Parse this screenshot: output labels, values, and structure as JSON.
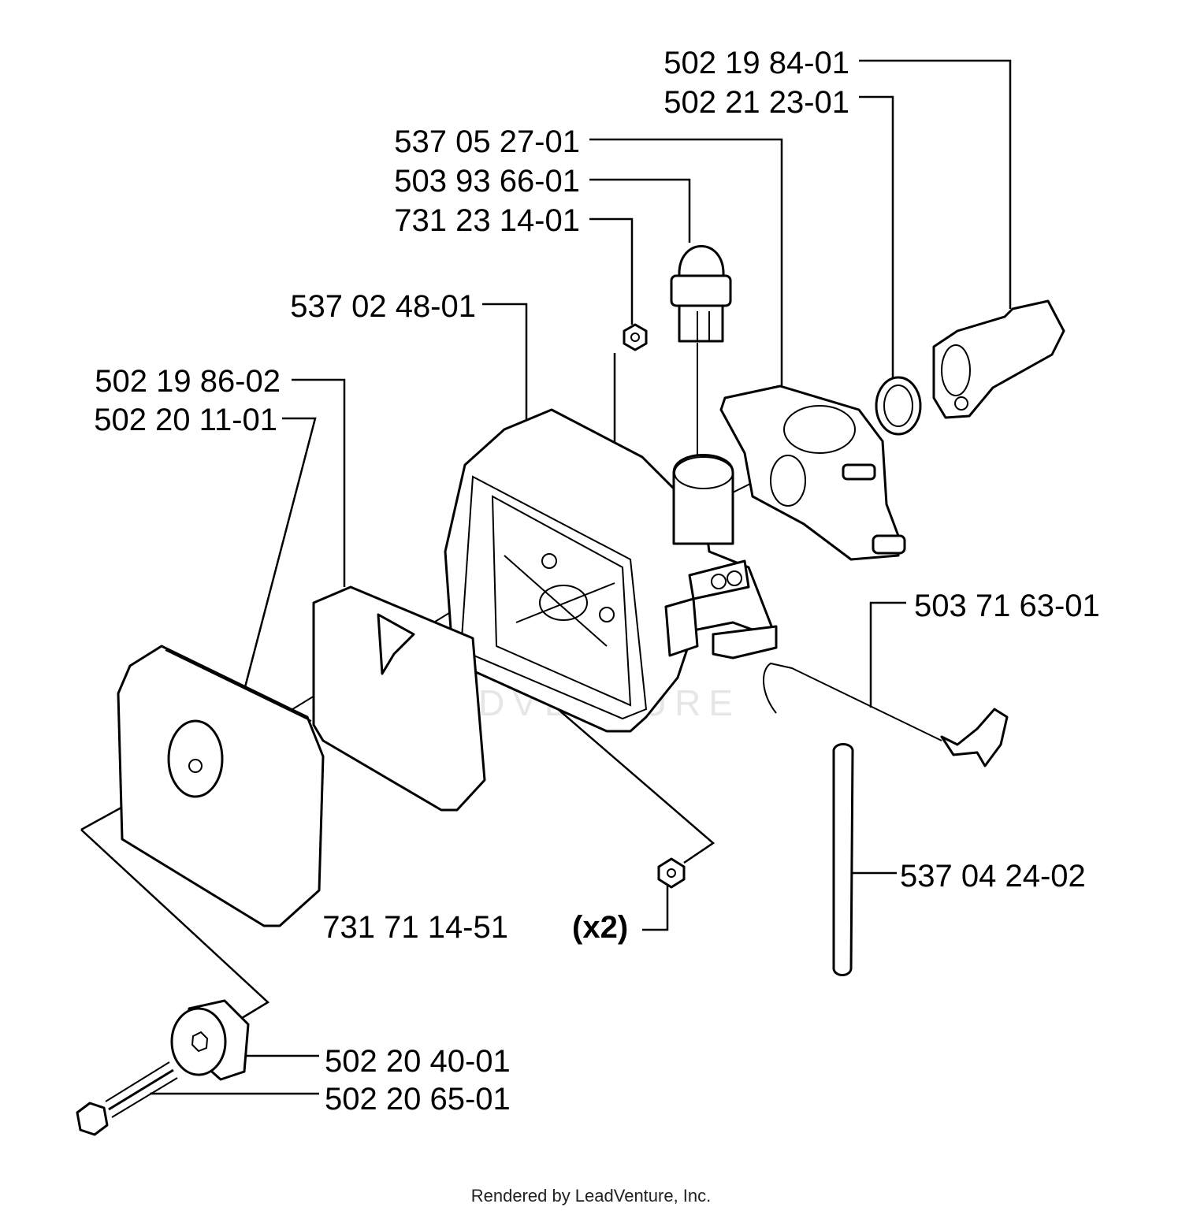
{
  "parts": {
    "p1": "502 19 84-01",
    "p2": "502 21 23-01",
    "p3": "537 05 27-01",
    "p4": "503 93 66-01",
    "p5": "731 23 14-01",
    "p6": "537 02 48-01",
    "p7": "502 19 86-02",
    "p8": "502 20 11-01",
    "p9": "503 71 63-01",
    "p10": "537 04 24-02",
    "p11": "731 71 14-51",
    "p11_qty": "(x2)",
    "p12": "502 20 40-01",
    "p13": "502 20 65-01"
  },
  "watermark": "LEADVENTURE",
  "footer": "Rendered by LeadVenture, Inc."
}
